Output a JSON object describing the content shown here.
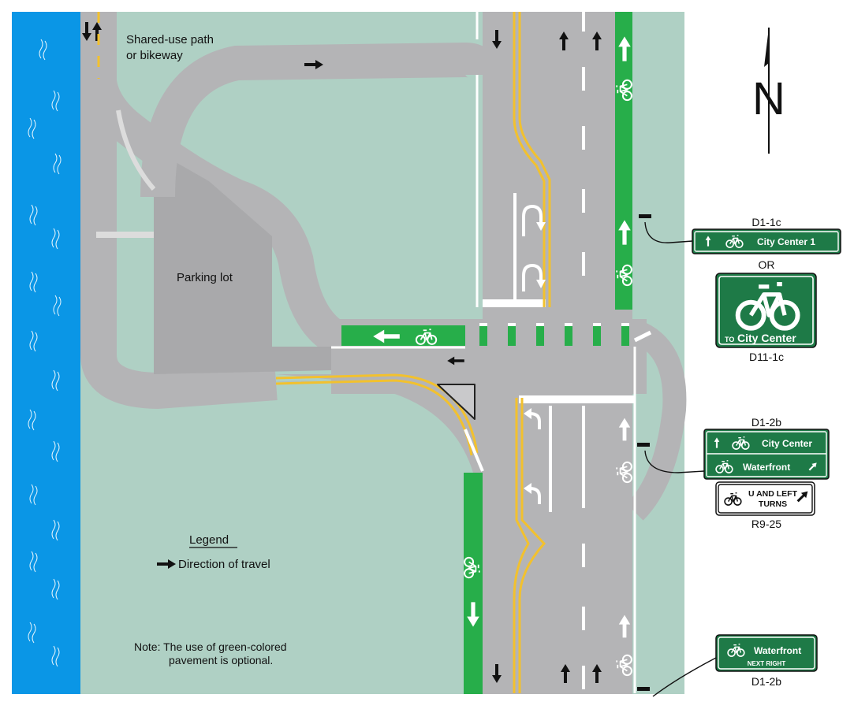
{
  "labels": {
    "shared_use_line1": "Shared-use path",
    "shared_use_line2": "or bikeway",
    "parking_lot": "Parking lot",
    "legend_title": "Legend",
    "legend_item": "Direction of travel",
    "note_line1": "Note: The use of green-colored",
    "note_line2": "pavement is optional.",
    "north": "N"
  },
  "signs": {
    "d1_1c": {
      "code": "D1-1c",
      "text": "City Center 1"
    },
    "or_text": "OR",
    "d11_1c": {
      "code": "D11-1c",
      "small_prefix": "TO",
      "text": "City Center"
    },
    "d1_2b_top": {
      "code": "D1-2b",
      "row1": "City Center",
      "row2": "Waterfront"
    },
    "r9_25": {
      "code": "R9-25",
      "line1": "U AND LEFT",
      "line2": "TURNS"
    },
    "d1_2b_bottom": {
      "code": "D1-2b",
      "line1": "Waterfront",
      "line2": "NEXT RIGHT"
    }
  },
  "colors": {
    "water": "#0a96e6",
    "land": "#afd0c4",
    "pavement": "#b4b4b6",
    "bike_green": "#27ae4a",
    "yellow_line": "#f2c12e",
    "sign_green": "#1e7a47",
    "triangle": "#c9c9cb"
  },
  "icons": [
    "north-arrow-icon",
    "bicycle-icon",
    "arrow-up-icon",
    "arrow-down-icon",
    "arrow-left-icon",
    "u-turn-arrow-icon",
    "left-turn-arrow-icon",
    "diagonal-arrow-icon"
  ]
}
